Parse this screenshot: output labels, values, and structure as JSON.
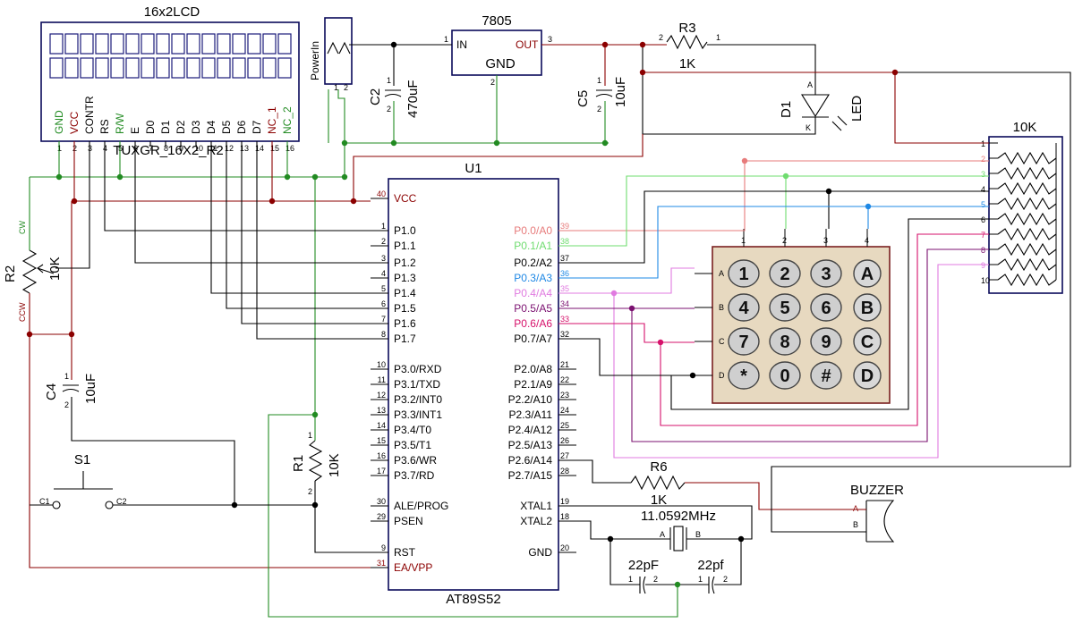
{
  "lcd": {
    "title": "16x2LCD",
    "part": "TUXGR_16X2_R2",
    "pin_names": [
      "GND",
      "VCC",
      "CONTR",
      "RS",
      "R/W",
      "E",
      "D0",
      "D1",
      "D2",
      "D3",
      "D4",
      "D5",
      "D6",
      "D7",
      "NC_1",
      "NC_2"
    ],
    "pin_numbers": [
      "1",
      "2",
      "3",
      "4",
      "5",
      "6",
      "7",
      "8",
      "9",
      "10",
      "11",
      "12",
      "13",
      "14",
      "15",
      "16"
    ]
  },
  "power_in": {
    "label": "PowerIn",
    "pins": [
      "2",
      "1"
    ]
  },
  "regulator": {
    "name": "7805",
    "in": "IN",
    "out": "OUT",
    "gnd": "GND",
    "pin_in": "1",
    "pin_out": "3",
    "pin_gnd": "2"
  },
  "c2": {
    "ref": "C2",
    "value": "470uF",
    "pin_top": "1",
    "pin_bot": "2"
  },
  "c5": {
    "ref": "C5",
    "value": "10uF",
    "pin_top": "1",
    "pin_bot": "2"
  },
  "r3": {
    "ref": "R3",
    "value": "1K",
    "pin_a": "2",
    "pin_b": "1"
  },
  "d1": {
    "ref": "D1",
    "value": "LED",
    "anode": "A",
    "cathode": "K"
  },
  "resnet": {
    "value": "10K",
    "pins": [
      "1",
      "2",
      "3",
      "4",
      "5",
      "6",
      "7",
      "8",
      "9",
      "10"
    ]
  },
  "mcu": {
    "ref": "U1",
    "part": "AT89S52",
    "left_pins": [
      {
        "num": "40",
        "name": "VCC"
      },
      {
        "num": "1",
        "name": "P1.0"
      },
      {
        "num": "2",
        "name": "P1.1"
      },
      {
        "num": "3",
        "name": "P1.2"
      },
      {
        "num": "4",
        "name": "P1.3"
      },
      {
        "num": "5",
        "name": "P1.4"
      },
      {
        "num": "6",
        "name": "P1.5"
      },
      {
        "num": "7",
        "name": "P1.6"
      },
      {
        "num": "8",
        "name": "P1.7"
      },
      {
        "num": "10",
        "name": "P3.0/RXD"
      },
      {
        "num": "11",
        "name": "P3.1/TXD"
      },
      {
        "num": "12",
        "name": "P3.2/INT0"
      },
      {
        "num": "13",
        "name": "P3.3/INT1"
      },
      {
        "num": "14",
        "name": "P3.4/T0"
      },
      {
        "num": "15",
        "name": "P3.5/T1"
      },
      {
        "num": "16",
        "name": "P3.6/WR"
      },
      {
        "num": "17",
        "name": "P3.7/RD"
      },
      {
        "num": "30",
        "name": "ALE/PROG"
      },
      {
        "num": "29",
        "name": "PSEN"
      },
      {
        "num": "9",
        "name": "RST"
      },
      {
        "num": "31",
        "name": "EA/VPP"
      }
    ],
    "right_pins": [
      {
        "num": "39",
        "name": "P0.0/A0"
      },
      {
        "num": "38",
        "name": "P0.1/A1"
      },
      {
        "num": "37",
        "name": "P0.2/A2"
      },
      {
        "num": "36",
        "name": "P0.3/A3"
      },
      {
        "num": "35",
        "name": "P0.4/A4"
      },
      {
        "num": "34",
        "name": "P0.5/A5"
      },
      {
        "num": "33",
        "name": "P0.6/A6"
      },
      {
        "num": "32",
        "name": "P0.7/A7"
      },
      {
        "num": "21",
        "name": "P2.0/A8"
      },
      {
        "num": "22",
        "name": "P2.1/A9"
      },
      {
        "num": "23",
        "name": "P2.2/A10"
      },
      {
        "num": "24",
        "name": "P2.3/A11"
      },
      {
        "num": "25",
        "name": "P2.4/A12"
      },
      {
        "num": "26",
        "name": "P2.5/A13"
      },
      {
        "num": "27",
        "name": "P2.6/A14"
      },
      {
        "num": "28",
        "name": "P2.7/A15"
      },
      {
        "num": "19",
        "name": "XTAL1"
      },
      {
        "num": "18",
        "name": "XTAL2"
      },
      {
        "num": "20",
        "name": "GND"
      }
    ]
  },
  "keypad": {
    "keys": [
      "1",
      "2",
      "3",
      "A",
      "4",
      "5",
      "6",
      "B",
      "7",
      "8",
      "9",
      "C",
      "*",
      "0",
      "#",
      "D"
    ],
    "row_labels": [
      "A",
      "B",
      "C",
      "D"
    ],
    "col_labels": [
      "1",
      "2",
      "3",
      "4"
    ]
  },
  "r2": {
    "ref": "R2",
    "value": "10K",
    "cw": "CW",
    "ccw": "CCW"
  },
  "c4": {
    "ref": "C4",
    "value": "10uF",
    "pin_top": "1",
    "pin_bot": "2"
  },
  "s1": {
    "ref": "S1",
    "c1": "C1",
    "c2": "C2"
  },
  "r1": {
    "ref": "R1",
    "value": "10K",
    "pin_top": "1",
    "pin_bot": "2"
  },
  "r6": {
    "ref": "R6",
    "value": "1K"
  },
  "crystal": {
    "freq": "11.0592MHz",
    "pin_a": "A",
    "pin_b": "B"
  },
  "cap_left": {
    "value": "22pF",
    "pin_a": "1",
    "pin_b": "2"
  },
  "cap_right": {
    "value": "22pf",
    "pin_a": "1",
    "pin_b": "2"
  },
  "buzzer": {
    "label": "BUZZER",
    "pin_a": "A",
    "pin_b": "B"
  },
  "colors": {
    "gnd_wire": "#228b22",
    "vcc_wire": "#8b0000",
    "p0_0": "#e77b7b",
    "p0_1": "#6fdc6f",
    "p0_3": "#1e88e5",
    "p0_4": "#e07be0",
    "p0_5": "#7b1070",
    "p0_6": "#d6116b",
    "p0_7": "#000000"
  }
}
